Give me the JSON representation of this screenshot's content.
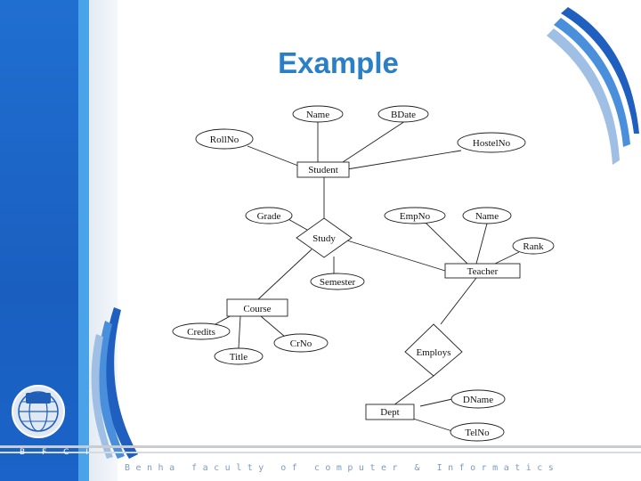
{
  "slide": {
    "title": "Example",
    "footer_left": "B F C I",
    "footer_text": "Benha faculty of computer & Informatics",
    "accent_color": "#2a7fc6",
    "sidebar_color": "#1f6fd1"
  },
  "diagram": {
    "entities": {
      "student": "Student",
      "teacher": "Teacher",
      "course": "Course",
      "dept": "Dept"
    },
    "relationships": {
      "study": "Study",
      "employs": "Employs"
    },
    "attributes": {
      "student_name": "Name",
      "bdate": "BDate",
      "rollno": "RollNo",
      "hostelno": "HostelNo",
      "grade": "Grade",
      "semester": "Semester",
      "empno": "EmpNo",
      "teacher_name": "Name",
      "rank": "Rank",
      "credits": "Credits",
      "title": "Title",
      "crno": "CrNo",
      "dname": "DName",
      "telno": "TelNo"
    }
  }
}
